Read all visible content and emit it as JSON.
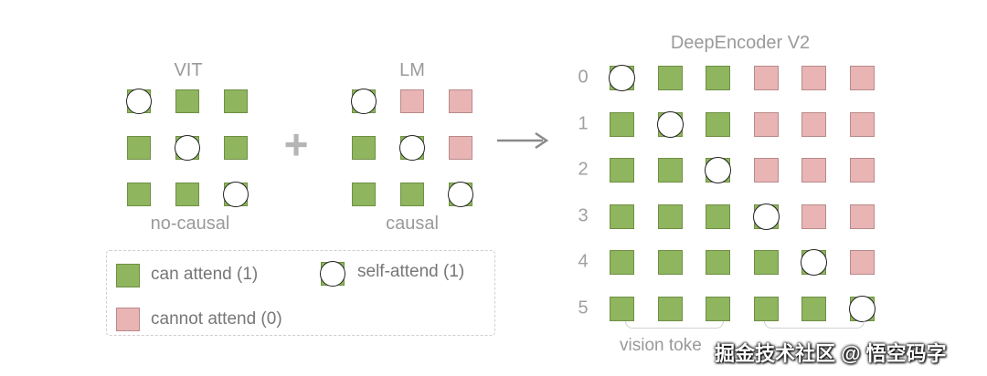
{
  "vit": {
    "title": "VIT",
    "caption": "no-causal",
    "grid": [
      [
        "s",
        "g",
        "g"
      ],
      [
        "g",
        "s",
        "g"
      ],
      [
        "g",
        "g",
        "s"
      ]
    ]
  },
  "plus_symbol": "+",
  "lm": {
    "title": "LM",
    "caption": "causal",
    "grid": [
      [
        "s",
        "r",
        "r"
      ],
      [
        "g",
        "s",
        "r"
      ],
      [
        "g",
        "g",
        "s"
      ]
    ]
  },
  "arrow_icon": "right-arrow-icon",
  "deepencoder": {
    "title": "DeepEncoder V2",
    "row_labels": [
      "0",
      "1",
      "2",
      "3",
      "4",
      "5"
    ],
    "grid": [
      [
        "s",
        "g",
        "g",
        "r",
        "r",
        "r"
      ],
      [
        "g",
        "s",
        "g",
        "r",
        "r",
        "r"
      ],
      [
        "g",
        "g",
        "s",
        "r",
        "r",
        "r"
      ],
      [
        "g",
        "g",
        "g",
        "s",
        "r",
        "r"
      ],
      [
        "g",
        "g",
        "g",
        "g",
        "s",
        "r"
      ],
      [
        "g",
        "g",
        "g",
        "g",
        "g",
        "s"
      ]
    ],
    "bottom_label": "vision toke"
  },
  "legend": {
    "can_attend": "can attend (1)",
    "self_attend": "self-attend (1)",
    "cannot_attend": "cannot attend (0)"
  },
  "colors": {
    "attend": "#8fb55f",
    "cannot_attend": "#e8b4b4"
  },
  "watermark": "掘金技术社区 @ 悟空码字"
}
